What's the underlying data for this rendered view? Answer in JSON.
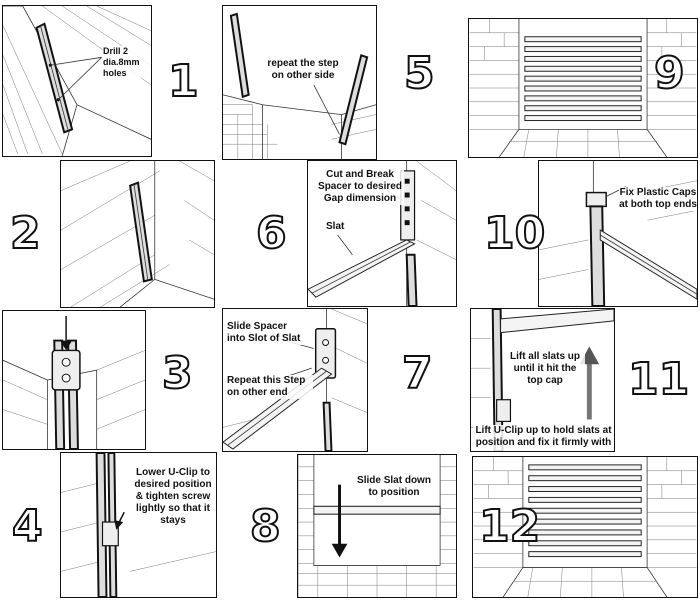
{
  "steps": [
    {
      "number": "1",
      "captions": [
        "Drill 2 dia.8mm holes"
      ]
    },
    {
      "number": "2",
      "captions": []
    },
    {
      "number": "3",
      "captions": []
    },
    {
      "number": "4",
      "captions": [
        "Lower U-Clip to desired position & tighten screw lightly so that it stays"
      ]
    },
    {
      "number": "5",
      "captions": [
        "repeat the step on other side"
      ]
    },
    {
      "number": "6",
      "captions": [
        "Cut and Break Spacer to desired Gap dimension",
        "Slat"
      ]
    },
    {
      "number": "7",
      "captions": [
        "Slide Spacer into Slot of Slat",
        "Repeat this Step on other end"
      ]
    },
    {
      "number": "8",
      "captions": [
        "Slide Slat down to position"
      ]
    },
    {
      "number": "9",
      "captions": []
    },
    {
      "number": "10",
      "captions": [
        "Fix Plastic Caps at both top ends"
      ]
    },
    {
      "number": "11",
      "captions": [
        "Lift all slats up until it hit the top cap",
        "Lift U-Clip up to hold slats at position and fix it firmly with screw"
      ]
    },
    {
      "number": "12",
      "captions": []
    }
  ]
}
